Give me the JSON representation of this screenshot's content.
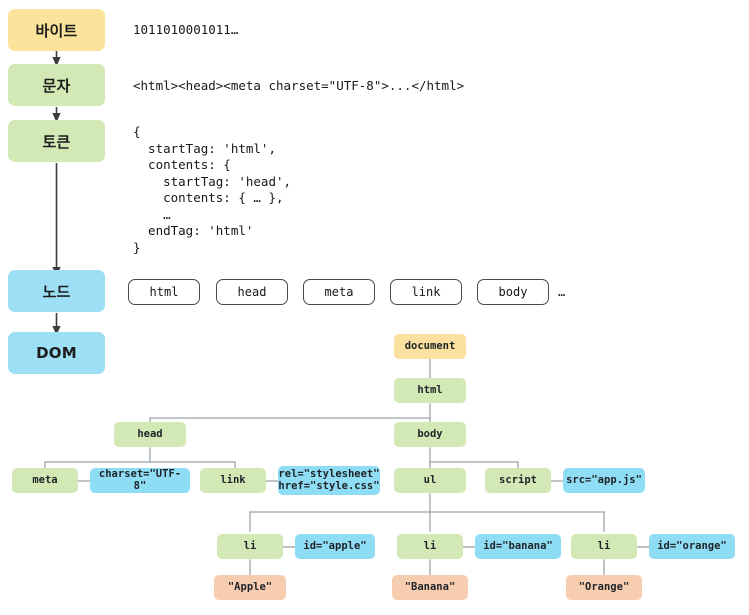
{
  "diagram": {
    "title": "HTML parsing pipeline: Bytes to DOM",
    "colors": {
      "byte": "#fce39b",
      "green": "#d3e9b5",
      "blue": "#9ddff5",
      "document": "#fbe0a0",
      "element": "#d3e9b5",
      "attribute": "#8fdcf5",
      "text_node": "#f7cdb0",
      "wire": "#9aa3ab",
      "arrow": "#3d3d3d"
    }
  },
  "pipeline": {
    "stages": [
      {
        "label": "바이트",
        "kind": "byte"
      },
      {
        "label": "문자",
        "kind": "green"
      },
      {
        "label": "토큰",
        "kind": "green"
      },
      {
        "label": "노드",
        "kind": "blue"
      },
      {
        "label": "DOM",
        "kind": "blue"
      }
    ]
  },
  "content": {
    "bytes": "1011010001011…",
    "characters": "<html><head><meta charset=\"UTF-8\">...</html>",
    "tokens": "{\n  startTag: 'html',\n  contents: {\n    startTag: 'head',\n    contents: { … },\n    …\n  endTag: 'html'\n}"
  },
  "nodes": {
    "chips": [
      "html",
      "head",
      "meta",
      "link",
      "body"
    ],
    "ellipsis": "…"
  },
  "dom_tree": {
    "document": "document",
    "html": "html",
    "head": "head",
    "body": "body",
    "meta": "meta",
    "meta_attr": "charset=\"UTF-8\"",
    "link": "link",
    "link_attr_line1": "rel=\"stylesheet\"",
    "link_attr_line2": "href=\"style.css\"",
    "ul": "ul",
    "script": "script",
    "script_attr": "src=\"app.js\"",
    "li_1": "li",
    "li_1_attr": "id=\"apple\"",
    "li_1_text": "\"Apple\"",
    "li_2": "li",
    "li_2_attr": "id=\"banana\"",
    "li_2_text": "\"Banana\"",
    "li_3": "li",
    "li_3_attr": "id=\"orange\"",
    "li_3_text": "\"Orange\""
  }
}
